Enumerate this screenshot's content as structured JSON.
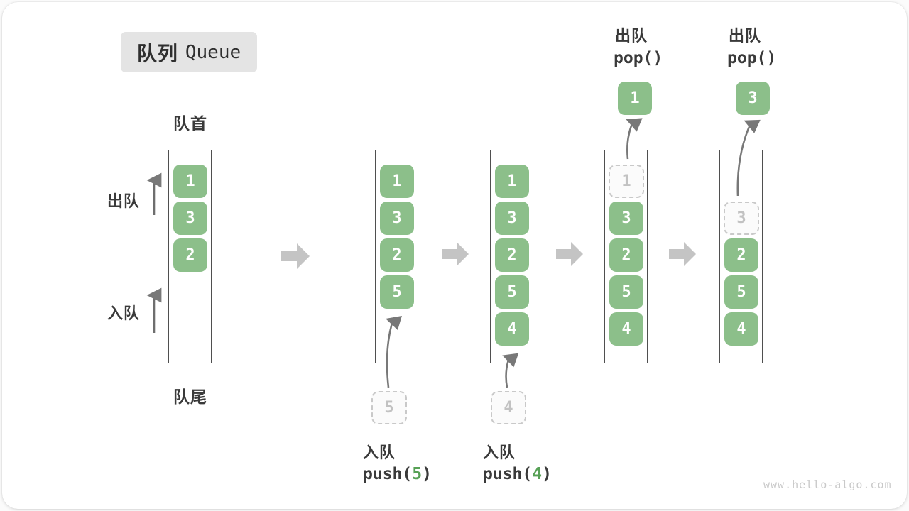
{
  "title": {
    "zh": "队列",
    "en": "Queue"
  },
  "labels": {
    "front": "队首",
    "rear": "队尾",
    "dequeue_side": "出队",
    "enqueue_side": "入队"
  },
  "colors": {
    "box_green": "#8cbf8a",
    "accent_green": "#57a156",
    "block_arrow_gray": "#c4c4c4",
    "column_line": "#4f4f4f",
    "thin_arrow_gray": "#787878",
    "ghost_gray": "#c9c9c9",
    "text_dark": "#3a3a3a"
  },
  "states": [
    {
      "items": [
        "1",
        "3",
        "2"
      ]
    },
    {
      "items": [
        "1",
        "3",
        "2",
        "5"
      ],
      "incoming": "5",
      "op_zh": "入队",
      "op_fn": "push(",
      "op_arg": "5",
      "op_close": ")"
    },
    {
      "items": [
        "1",
        "3",
        "2",
        "5",
        "4"
      ],
      "incoming": "4",
      "op_zh": "入队",
      "op_fn": "push(",
      "op_arg": "4",
      "op_close": ")"
    },
    {
      "items": [
        "3",
        "2",
        "5",
        "4"
      ],
      "ghost": "1",
      "popped": "1",
      "op_zh": "出队",
      "op_fn": "pop()"
    },
    {
      "items": [
        "2",
        "5",
        "4"
      ],
      "ghost": "3",
      "popped": "3",
      "op_zh": "出队",
      "op_fn": "pop()"
    }
  ],
  "watermark": "www.hello-algo.com"
}
